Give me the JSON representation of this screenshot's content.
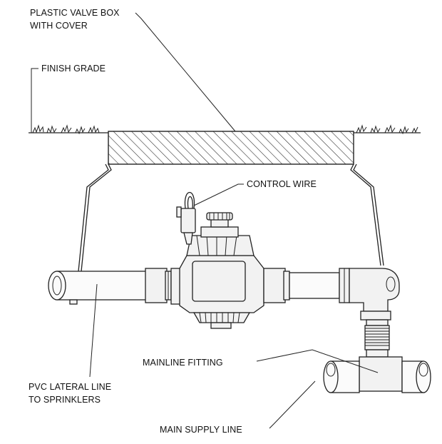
{
  "labels": {
    "valve_box": [
      "PLASTIC VALVE BOX",
      "WITH COVER"
    ],
    "finish_grade": "FINISH GRADE",
    "control_wire": "CONTROL WIRE",
    "mainline_fitting": "MAINLINE FITTING",
    "pvc_lateral": [
      "PVC LATERAL LINE",
      "TO SPRINKLERS"
    ],
    "main_supply": "MAIN SUPPLY LINE"
  }
}
